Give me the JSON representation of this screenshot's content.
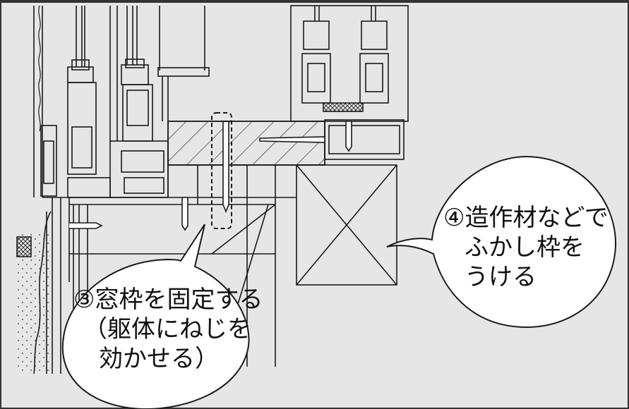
{
  "callouts": {
    "fix_frame": {
      "lines": [
        "③窓枠を固定する",
        "（躯体にねじを",
        "効かせる）"
      ]
    },
    "raise_frame": {
      "lines": [
        "④造作材などで",
        "ふかし枠を",
        "うける"
      ]
    }
  },
  "colors": {
    "background": "#e6e6e6",
    "line": "#1a1a1a",
    "bubble_fill": "#ffffff",
    "frame_border": "#333333",
    "highlight_dash": "#1a1a1a"
  }
}
